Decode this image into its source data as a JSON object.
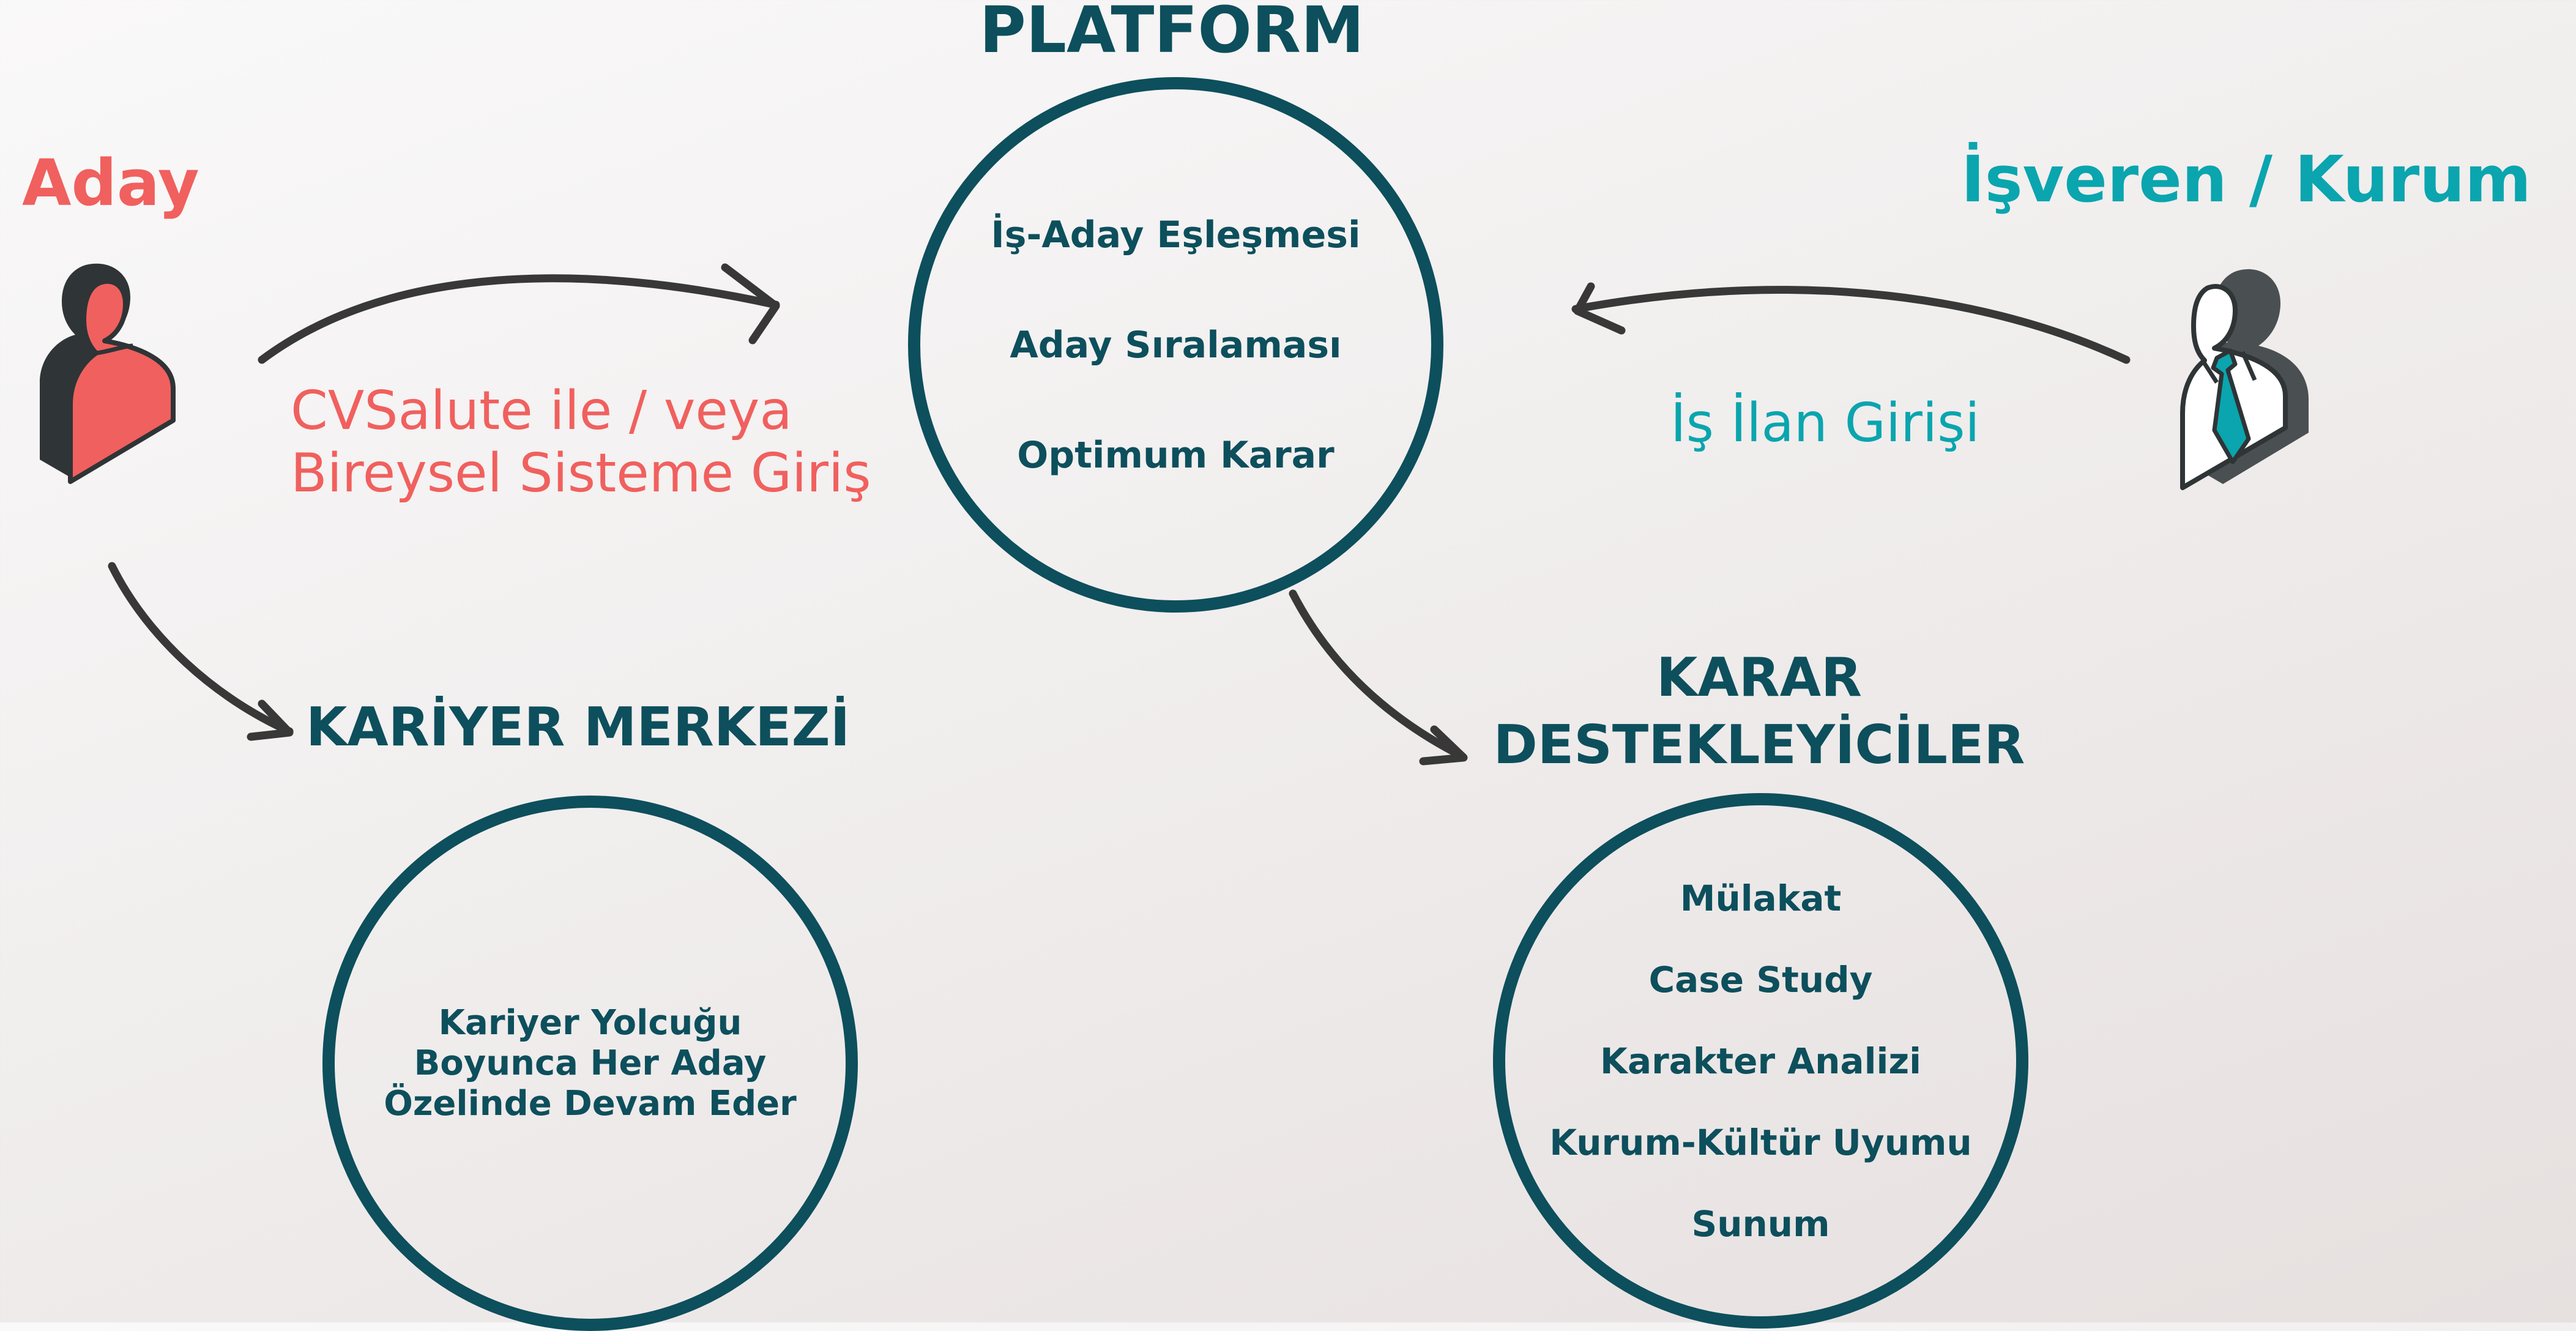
{
  "colors": {
    "teal_dark": "#0d4f5c",
    "coral": "#f0605e",
    "teal_bright": "#0aa5ae",
    "arrow": "#383838",
    "figure_dark": "#2f3436"
  },
  "platform": {
    "title": "PLATFORM",
    "items": [
      "İş-Aday Eşleşmesi",
      "Aday Sıralaması",
      "Optimum Karar"
    ]
  },
  "candidate": {
    "label": "Aday",
    "icon": "person-icon",
    "action_line1": "CVSalute ile / veya",
    "action_line2": "Bireysel Sisteme Giriş"
  },
  "employer": {
    "label": "İşveren / Kurum",
    "icon": "businessperson-icon",
    "action": "İş İlan Girişi"
  },
  "career_center": {
    "title": "KARİYER MERKEZİ",
    "lines": [
      "Kariyer Yolcuğu",
      "Boyunca Her Aday",
      "Özelinde Devam Eder"
    ]
  },
  "decision_support": {
    "title_line1": "KARAR",
    "title_line2": "DESTEKLEYİCİLER",
    "items": [
      "Mülakat",
      "Case Study",
      "Karakter Analizi",
      "Kurum-Kültür Uyumu",
      "Sunum"
    ]
  }
}
